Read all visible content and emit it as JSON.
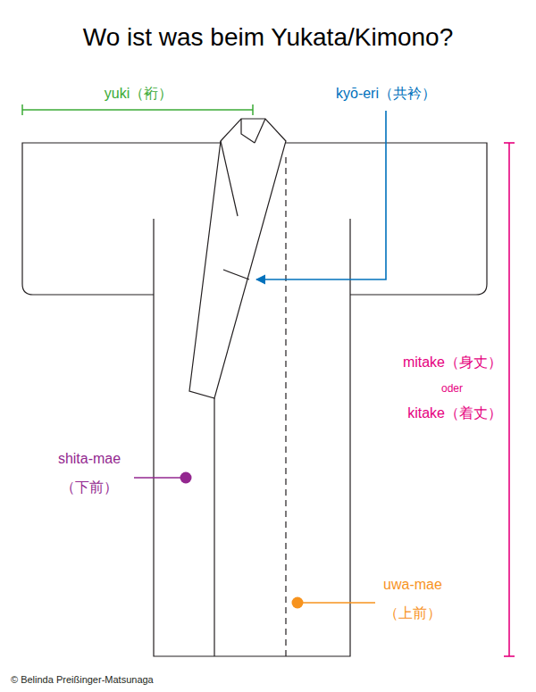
{
  "diagram": {
    "title": "Wo ist was beim Yukata/Kimono?",
    "caption": "© Belinda Preißinger-Matsunaga",
    "labels": [
      "yuki（裄）",
      "kyō-eri（共衿）",
      "mitake（身丈）",
      "oder",
      "kitake（着丈）",
      "shita-mae",
      "（下前）",
      "uwa-mae",
      "（上前）"
    ]
  }
}
